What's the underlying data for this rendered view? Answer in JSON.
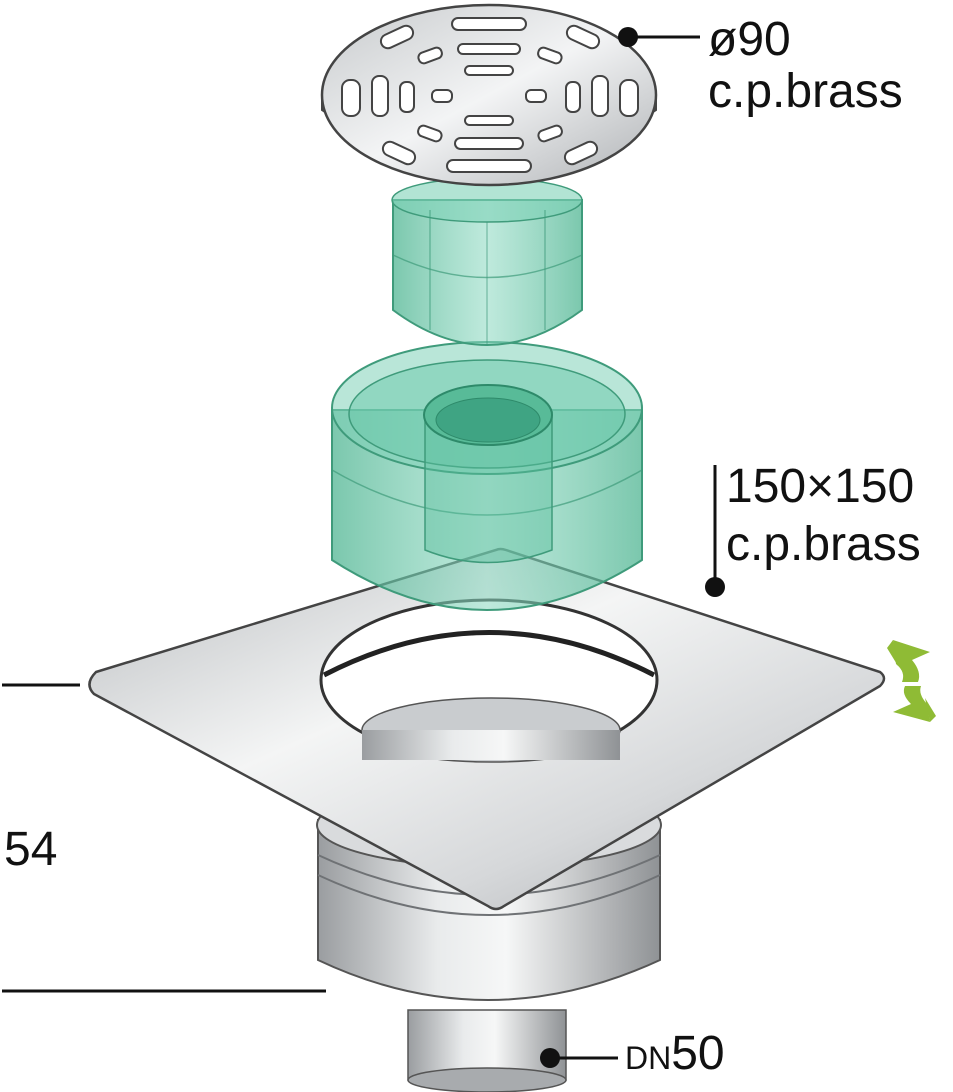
{
  "labels": {
    "grate_size": "ø90",
    "grate_material": "c.p.brass",
    "plate_size": "150×150",
    "plate_material": "c.p.brass",
    "height": "54",
    "outlet_prefix": "DN",
    "outlet_size": "50"
  },
  "colors": {
    "steel_dark": "#8c8f92",
    "steel_light": "#eef0f1",
    "translucent_green": "#5fc4a4",
    "rotation_arrow": "#8fbb35",
    "leader_line": "#111111"
  },
  "icons": [
    "rotation-arrow-icon"
  ]
}
